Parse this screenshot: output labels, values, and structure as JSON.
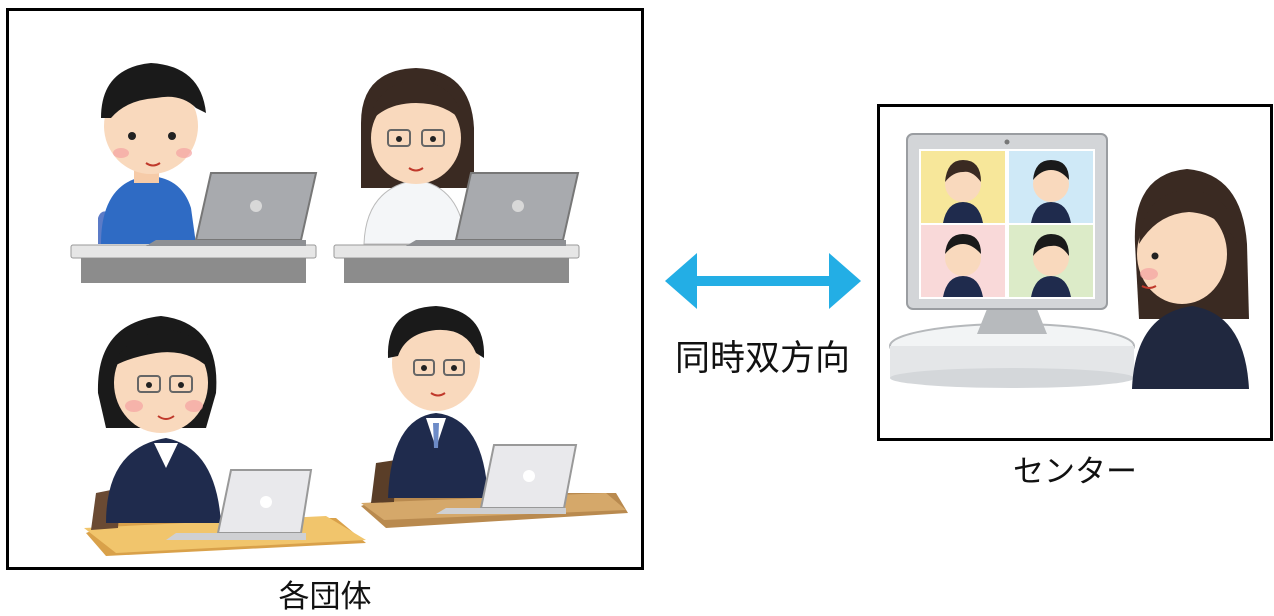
{
  "left_group": {
    "caption": "各団体"
  },
  "center": {
    "label": "同時双方向"
  },
  "right_group": {
    "caption": "センター"
  },
  "colors": {
    "arrow": "#23aee5",
    "border": "#000000"
  }
}
